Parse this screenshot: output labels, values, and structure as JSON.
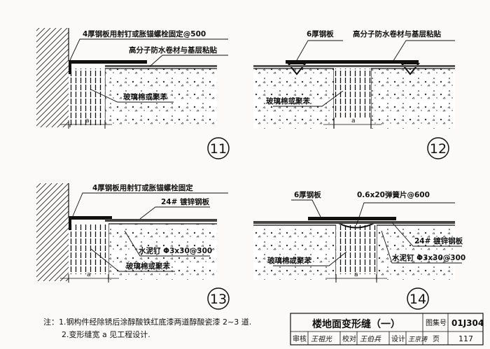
{
  "details": [
    {
      "number": "11",
      "labels": {
        "top": "4厚钢板用射钉或胀锚螺栓固定@500",
        "membrane": "高分子防水卷材与基层粘贴",
        "insulation": "玻璃棉或聚苯"
      }
    },
    {
      "number": "12",
      "labels": {
        "plate": "6厚钢板",
        "membrane": "高分子防水卷材与基层粘贴",
        "insulation": "玻璃棉或聚苯"
      }
    },
    {
      "number": "13",
      "labels": {
        "top": "4厚钢板用射钉或胀锚螺栓固定",
        "galv": "24# 镀锌钢板",
        "nail": "水泥钉 Φ3x30@300",
        "insulation": "玻璃棉或聚苯"
      }
    },
    {
      "number": "14",
      "labels": {
        "plate": "6厚钢板",
        "spring": "0.6x20弹簧片@600",
        "galv": "24# 镀锌钢板",
        "nail": "水泥钉 Φ3x30@300",
        "insulation": "玻璃棉或聚苯"
      }
    }
  ],
  "dimension_label": "a",
  "notes": {
    "line1": "注：1.钢构件经除锈后涂醇酸铁红底漆两道醇酸瓷漆 2~3 道.",
    "line2": "2.变形缝宽 a 见工程设计."
  },
  "title_block": {
    "title": "楼地面变形缝（一）",
    "atlas_label": "图集号",
    "atlas_no": "01J304",
    "review_label": "审核",
    "review_sign": "王祖光",
    "check_label": "校对",
    "check_sign": "王伯兵",
    "design_label": "设计",
    "design_sign": "王京涛",
    "page_label": "页",
    "page_no": "117"
  }
}
